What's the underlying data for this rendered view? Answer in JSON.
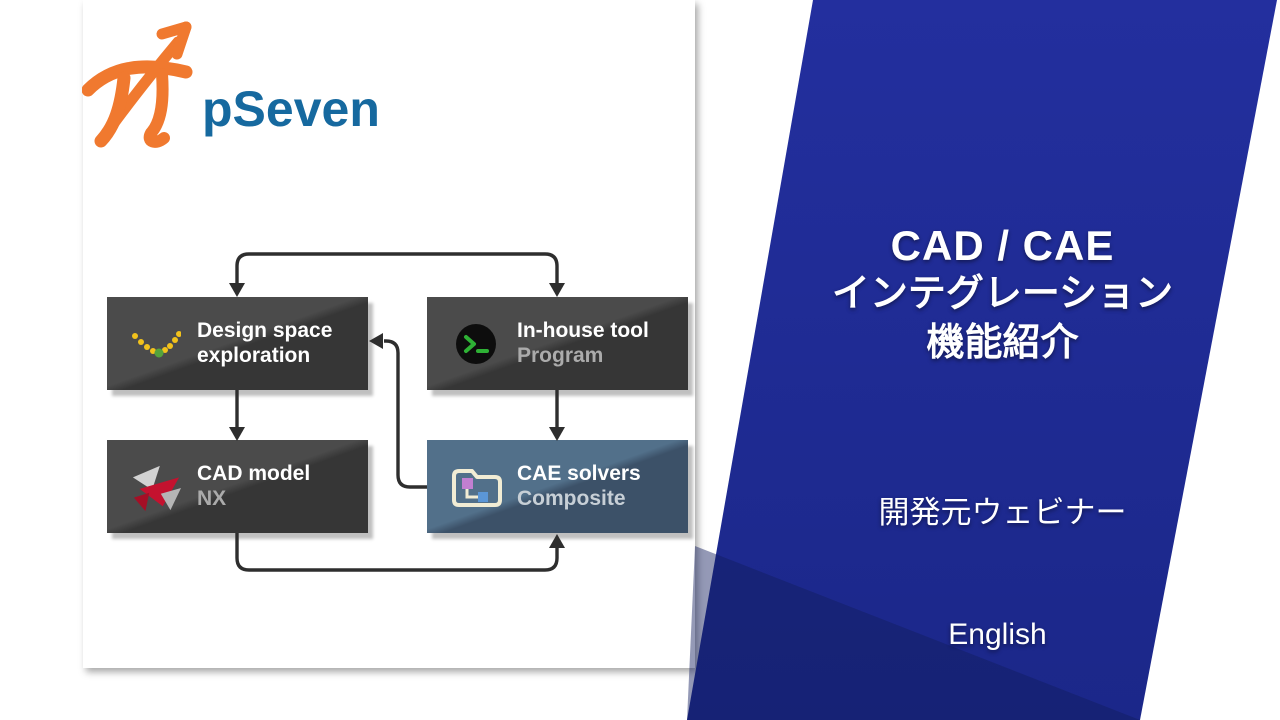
{
  "logo": {
    "text": "pSeven",
    "symbol": "pi-arrow",
    "colors": {
      "symbol_orange": "#f0792f",
      "text_blue": "#16699f"
    }
  },
  "diagram": {
    "nodes": [
      {
        "id": "design-space-exploration",
        "title": "Design space exploration",
        "subtitle": "",
        "icon": "scatter-curve-icon",
        "variant": "dark"
      },
      {
        "id": "in-house-tool",
        "title": "In-house tool",
        "subtitle": "Program",
        "icon": "terminal-icon",
        "variant": "dark"
      },
      {
        "id": "cad-model",
        "title": "CAD model",
        "subtitle": "NX",
        "icon": "nx-logo-icon",
        "variant": "dark"
      },
      {
        "id": "cae-solvers",
        "title": "CAE solvers",
        "subtitle": "Composite",
        "icon": "folder-workflow-icon",
        "variant": "blue"
      }
    ],
    "edges": [
      {
        "from": "in-house-tool",
        "to": "design-space-exploration",
        "note": "top connector, arrowheads into both boxes"
      },
      {
        "from": "design-space-exploration",
        "to": "cad-model",
        "note": "vertical arrow down"
      },
      {
        "from": "in-house-tool",
        "to": "cae-solvers",
        "note": "vertical arrow down"
      },
      {
        "from": "cae-solvers",
        "to": "design-space-exploration",
        "note": "feedback arrow into right side"
      },
      {
        "from": "cad-model",
        "to": "cae-solvers",
        "note": "bottom connector, arrowhead up into CAE solvers"
      }
    ]
  },
  "panel": {
    "title_lines": [
      "CAD / CAE",
      "インテグレーション",
      "機能紹介"
    ],
    "subtitle": "開発元ウェビナー",
    "language_label": "English",
    "background_blue": "#1e2b94"
  },
  "colors": {
    "panel_blue": "#1e2b94",
    "node_dark": "#3d3d3d",
    "node_blue": "#46607a",
    "arrow": "#2e2e2e",
    "dot_yellow": "#f2c21c",
    "dot_green": "#55a33c",
    "terminal_green": "#2eb135",
    "nx_red": "#c4122f",
    "folder_cream": "#f1ecd4",
    "square_purple": "#c27fd1",
    "square_blue": "#5b96d6"
  }
}
